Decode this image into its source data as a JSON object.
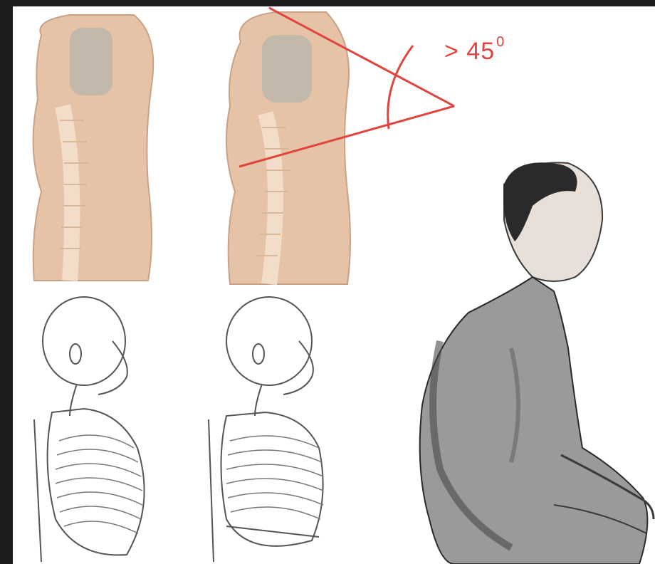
{
  "figure": {
    "angle_label": "> 45",
    "angle_unit": "0"
  },
  "colors": {
    "background": "#1c1c1c",
    "panel": "#ffffff",
    "skin": "#e6c3a6",
    "spine": "#f3e2cf",
    "angle_line": "#e0443f",
    "sketch_line": "#555555",
    "shade": "#3a3a3a"
  },
  "icons": [
    "spine-illustration",
    "kyphosis-illustration",
    "barrel-chest-sketch",
    "normal-chest-sketch",
    "elderly-man-illustration"
  ]
}
